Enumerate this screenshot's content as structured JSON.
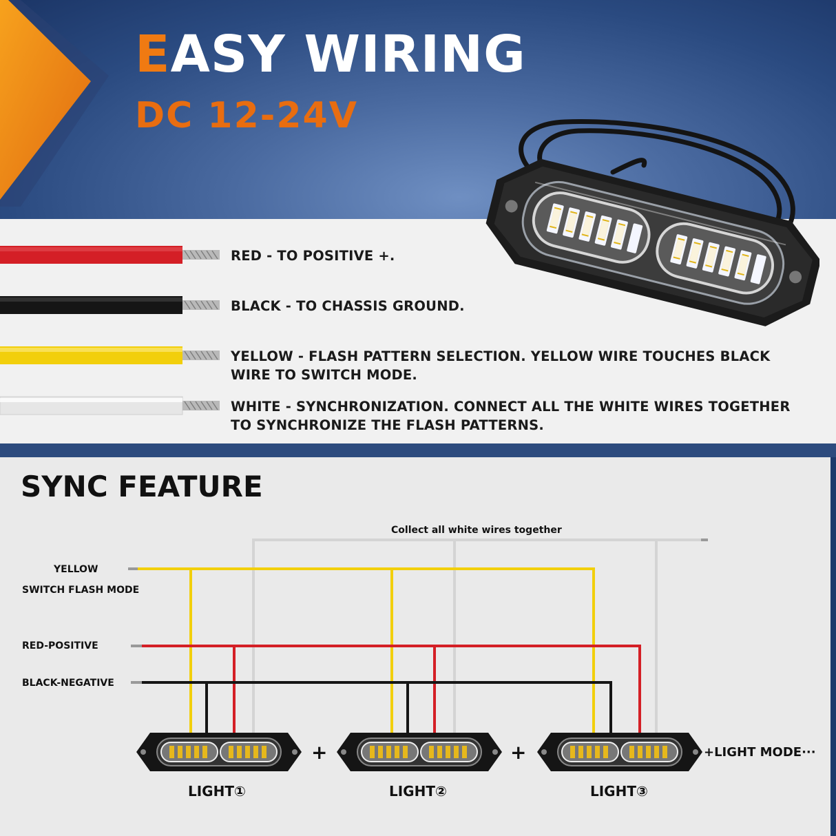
{
  "header": {
    "title_first_letter": "E",
    "title_rest": "ASY WIRING",
    "subtitle": "DC 12-24V"
  },
  "wires": [
    {
      "color": "#d41f26",
      "lines": [
        "RED - TO POSITIVE +."
      ]
    },
    {
      "color": "#111111",
      "lines": [
        "BLACK - TO CHASSIS GROUND."
      ]
    },
    {
      "color": "#f2cf0c",
      "lines": [
        "YELLOW - FLASH PATTERN SELECTION. YELLOW WIRE TOUCHES BLACK",
        "WIRE TO SWITCH MODE."
      ]
    },
    {
      "color": "#e8e8e8",
      "lines": [
        "WHITE - SYNCHRONIZATION. CONNECT ALL THE WHITE WIRES TOGETHER",
        "TO SYNCHRONIZE THE FLASH PATTERNS."
      ]
    }
  ],
  "sync": {
    "title": "SYNC FEATURE",
    "collect_label": "Collect all white wires together",
    "yellow_label": "YELLOW",
    "switch_label": "SWITCH FLASH MODE",
    "red_label": "RED-POSITIVE",
    "black_label": "BLACK-NEGATIVE",
    "plus": "+",
    "more_label": "+LIGHT MODE···",
    "lights": [
      "LIGHT①",
      "LIGHT②",
      "LIGHT③"
    ]
  },
  "colors": {
    "accent_orange": "#f07a12",
    "navy": "#2d4b7e",
    "red": "#d41f26",
    "yellow": "#f2cf0c",
    "white_wire": "#d8d8d8"
  }
}
